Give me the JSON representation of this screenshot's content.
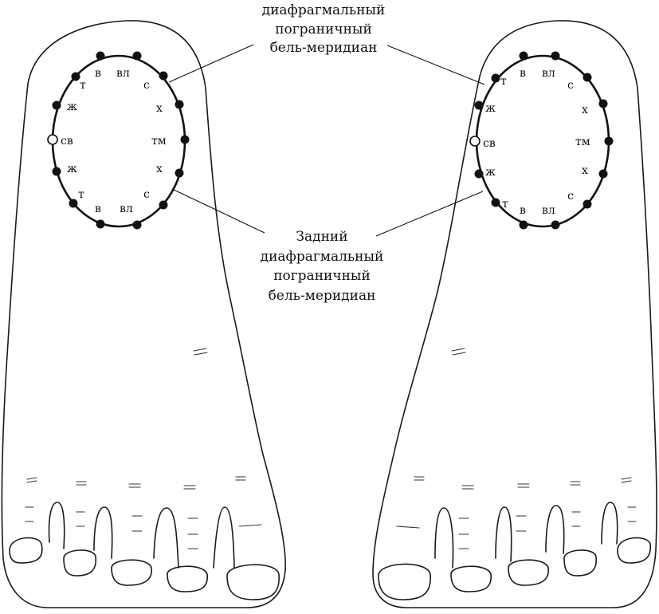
{
  "captions": {
    "top": {
      "line1": "диафрагмальный",
      "line2": "пограничный",
      "line3": "бель-меридиан"
    },
    "bottom": {
      "line1": "Задний",
      "line2": "диафрагмальный",
      "line3": "пограничный",
      "line4": "бель-меридиан"
    }
  },
  "left_foot": {
    "points": {
      "v_top": "в",
      "vl_top": "вл",
      "t_top": "т",
      "s_top": "с",
      "zh_top": "ж",
      "h_top": "х",
      "sv": "св",
      "tm": "тм",
      "zh_bot": "ж",
      "h_bot": "х",
      "t_bot": "т",
      "s_bot": "с",
      "v_bot": "в",
      "vl_bot": "вл"
    }
  },
  "right_foot": {
    "points": {
      "v_top": "в",
      "vl_top": "вл",
      "t_top": "т",
      "s_top": "с",
      "zh_top": "ж",
      "h_top": "х",
      "sv": "св",
      "tm": "тм",
      "zh_bot": "ж",
      "h_bot": "х",
      "t_bot": "т",
      "s_bot": "с",
      "v_bot": "в",
      "vl_bot": "вл"
    }
  },
  "marks": {
    "filled_point_color": "#111111",
    "open_point_color": "#ffffff"
  }
}
